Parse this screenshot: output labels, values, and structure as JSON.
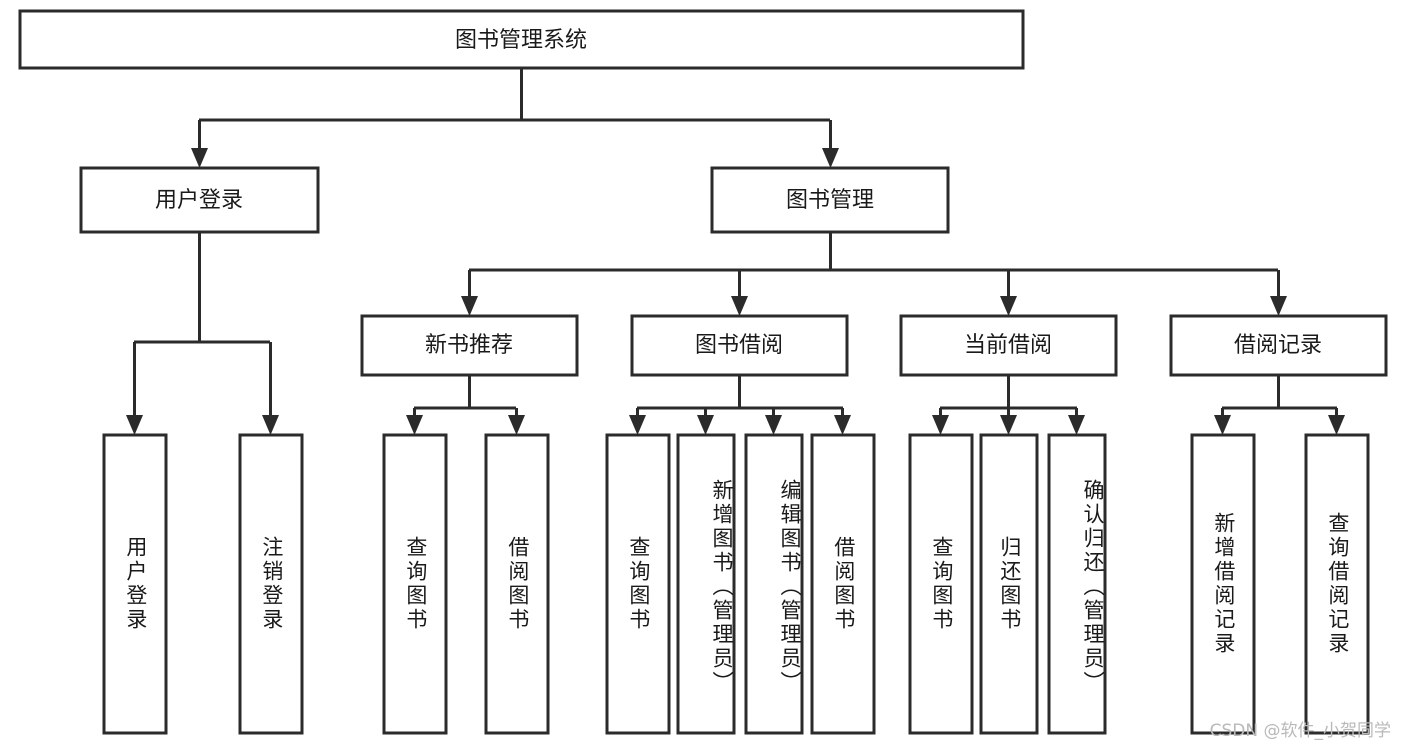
{
  "diagram": {
    "title": "图书管理系统",
    "type": "tree",
    "root": {
      "id": "root",
      "label": "图书管理系统",
      "orientation": "horizontal"
    },
    "level2": [
      {
        "id": "user-login",
        "label": "用户登录",
        "orientation": "horizontal"
      },
      {
        "id": "book-manage",
        "label": "图书管理",
        "orientation": "horizontal"
      }
    ],
    "level3": [
      {
        "id": "new-book-recommend",
        "label": "新书推荐",
        "orientation": "horizontal",
        "parent": "book-manage"
      },
      {
        "id": "book-borrow",
        "label": "图书借阅",
        "orientation": "horizontal",
        "parent": "book-manage"
      },
      {
        "id": "current-borrow",
        "label": "当前借阅",
        "orientation": "horizontal",
        "parent": "book-manage"
      },
      {
        "id": "borrow-record",
        "label": "借阅记录",
        "orientation": "horizontal",
        "parent": "book-manage"
      }
    ],
    "leaves": [
      {
        "id": "leaf-user-login",
        "label": "用户登录",
        "parent": "user-login",
        "orientation": "vertical",
        "align": "middle"
      },
      {
        "id": "leaf-logout-login",
        "label": "注销登录",
        "parent": "user-login",
        "orientation": "vertical",
        "align": "middle"
      },
      {
        "id": "leaf-query-book-1",
        "label": "查询图书",
        "parent": "new-book-recommend",
        "orientation": "vertical",
        "align": "middle"
      },
      {
        "id": "leaf-borrow-book-1",
        "label": "借阅图书",
        "parent": "new-book-recommend",
        "orientation": "vertical",
        "align": "middle"
      },
      {
        "id": "leaf-query-book-2",
        "label": "查询图书",
        "parent": "book-borrow",
        "orientation": "vertical",
        "align": "middle"
      },
      {
        "id": "leaf-add-book",
        "label": "新增图书（管理员）",
        "parent": "book-borrow",
        "orientation": "vertical",
        "align": "top"
      },
      {
        "id": "leaf-edit-book",
        "label": "编辑图书（管理员）",
        "parent": "book-borrow",
        "orientation": "vertical",
        "align": "top"
      },
      {
        "id": "leaf-borrow-book-2",
        "label": "借阅图书",
        "parent": "book-borrow",
        "orientation": "vertical",
        "align": "middle"
      },
      {
        "id": "leaf-query-book-3",
        "label": "查询图书",
        "parent": "current-borrow",
        "orientation": "vertical",
        "align": "middle"
      },
      {
        "id": "leaf-return-book",
        "label": "归还图书",
        "parent": "current-borrow",
        "orientation": "vertical",
        "align": "middle"
      },
      {
        "id": "leaf-confirm-return",
        "label": "确认归还（管理员）",
        "parent": "current-borrow",
        "orientation": "vertical",
        "align": "top"
      },
      {
        "id": "leaf-add-record",
        "label": "新增借阅记录",
        "parent": "borrow-record",
        "orientation": "vertical",
        "align": "middle"
      },
      {
        "id": "leaf-query-record",
        "label": "查询借阅记录",
        "parent": "borrow-record",
        "orientation": "vertical",
        "align": "middle"
      }
    ],
    "colors": {
      "stroke": "#2b2b2b",
      "fill": "#ffffff",
      "text": "#1a1a1a",
      "background": "#ffffff",
      "watermark": "#b9b9b9"
    }
  },
  "watermark": {
    "text": "CSDN @软件_小贺同学"
  }
}
